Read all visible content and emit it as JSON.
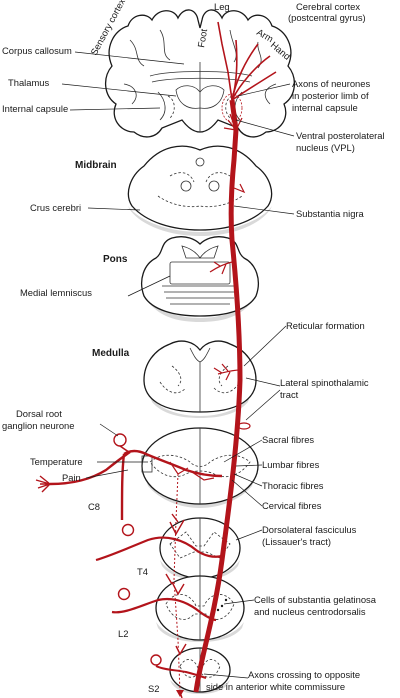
{
  "colors": {
    "pathway": "#b3141b",
    "outline": "#1a1a1a",
    "shading": "#d9d9d9"
  },
  "labels": {
    "leg": "Leg",
    "cerebral_cortex_1": "Cerebral cortex",
    "cerebral_cortex_2": "(postcentral gyrus)",
    "arm": "Arm",
    "hand": "Hand",
    "foot": "Foot",
    "sensory_cortex": "Sensory cortex",
    "corpus_callosum": "Corpus callosum",
    "thalamus": "Thalamus",
    "internal_capsule": "Internal capsule",
    "axons_1": "Axons of neurones",
    "axons_2": "in posterior limb of",
    "axons_3": "internal capsule",
    "vpl_1": "Ventral posterolateral",
    "vpl_2": "nucleus (VPL)",
    "midbrain": "Midbrain",
    "substantia_nigra": "Substantia nigra",
    "crus_cerebri": "Crus cerebri",
    "pons": "Pons",
    "medial_lemniscus": "Medial lemniscus",
    "reticular_formation": "Reticular formation",
    "medulla": "Medulla",
    "lst_1": "Lateral spinothalamic",
    "lst_2": "tract",
    "drg_1": "Dorsal root",
    "drg_2": "ganglion neurone",
    "temperature": "Temperature",
    "pain": "Pain",
    "sacral": "Sacral fibres",
    "lumbar": "Lumbar fibres",
    "thoracic": "Thoracic fibres",
    "cervical": "Cervical fibres",
    "c8": "C8",
    "dlf_1": "Dorsolateral fasciculus",
    "dlf_2": "(Lissauer's tract)",
    "t4": "T4",
    "sg_1": "Cells of substantia gelatinosa",
    "sg_2": "and nucleus centrodorsalis",
    "l2": "L2",
    "s2": "S2",
    "cross_1": "Axons crossing to opposite",
    "cross_2": "side in anterior white commissure"
  }
}
